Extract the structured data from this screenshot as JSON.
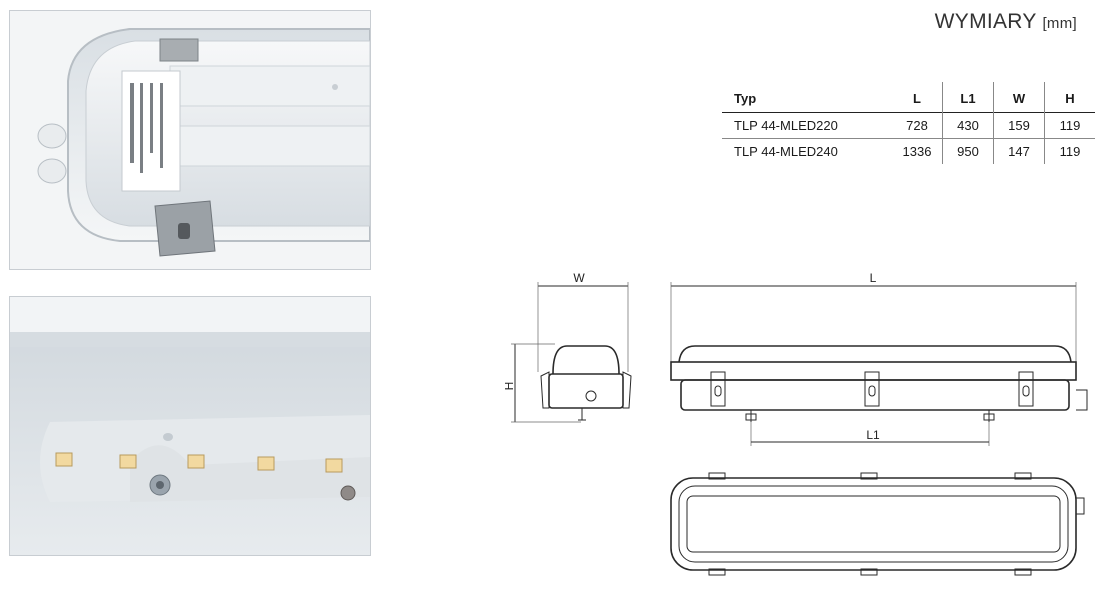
{
  "heading": {
    "title": "WYMIARY",
    "unit": "[mm]"
  },
  "table": {
    "headers": {
      "typ": "Typ",
      "l": "L",
      "l1": "L1",
      "w": "W",
      "h": "H"
    },
    "rows": [
      {
        "typ": "TLP 44-MLED220",
        "l": "728",
        "l1": "430",
        "w": "159",
        "h": "119"
      },
      {
        "typ": "TLP 44-MLED240",
        "l": "1336",
        "l1": "950",
        "w": "147",
        "h": "119"
      }
    ]
  },
  "drawing": {
    "w_label": "W",
    "h_label": "H",
    "l_label": "L",
    "l1_label": "L1"
  },
  "colors": {
    "photo_plastic": "#e8ecef",
    "led": "#f2d9a0",
    "line": "#2a2a2a"
  }
}
